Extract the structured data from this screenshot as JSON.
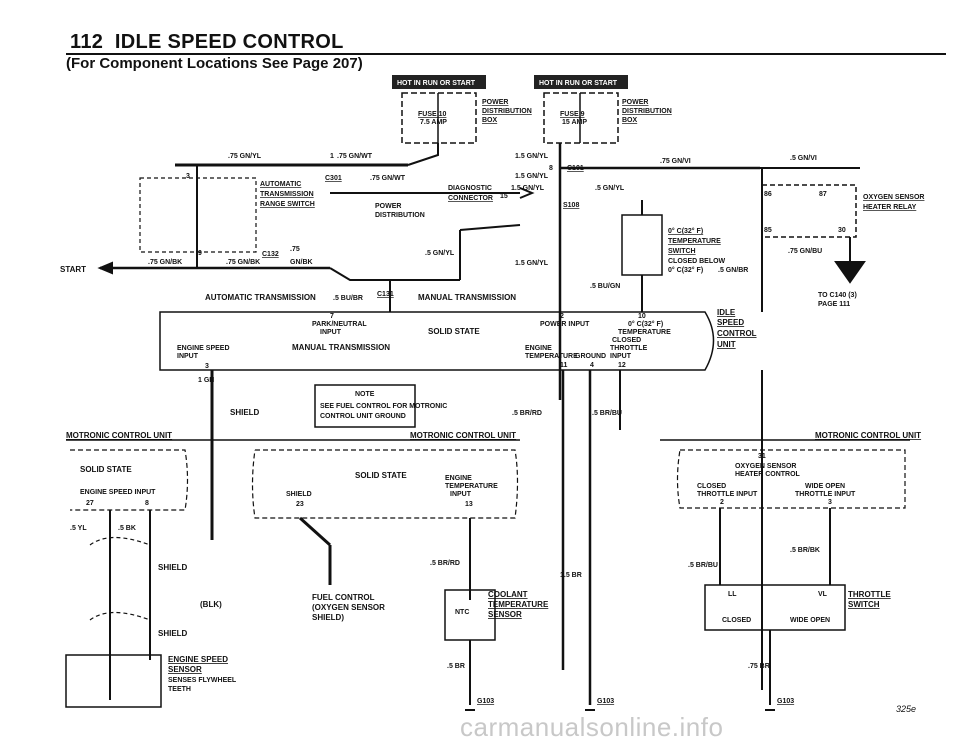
{
  "header": {
    "page_number": "112",
    "title": "IDLE SPEED CONTROL",
    "subtitle": "(For Component Locations See Page 207)"
  },
  "badges": {
    "hot_1": "HOT IN RUN OR START",
    "hot_2": "HOT IN RUN OR START"
  },
  "fuses": {
    "fuse10": "FUSE 10",
    "fuse10_amp": "7.5 AMP",
    "fuse9": "FUSE 9",
    "fuse9_amp": "15 AMP",
    "pdb1_l1": "POWER",
    "pdb1_l2": "DISTRIBUTION",
    "pdb1_l3": "BOX",
    "pdb2_l1": "POWER",
    "pdb2_l2": "DISTRIBUTION",
    "pdb2_l3": "BOX"
  },
  "wires": {
    "w1": ".75 GN/YL",
    "w2": ".75 GN/WT",
    "w3": ".75 GN/WT",
    "w4": "1.5 GN/YL",
    "w5": "1.5 GN/YL",
    "w6": "1.5 GN/YL",
    "w7": ".5 GN/YL",
    "w8": ".75 GN/VI",
    "w9": ".5 GN/VI",
    "w10": ".5 GN/YL",
    "w11": "1.5 GN/YL",
    "w12": ".75 GN/BK",
    "w13": ".75 GN/BK",
    "w14": "GN/BK",
    "w15": ".75",
    "w16": ".5 BU/BR",
    "w17": ".75 GN/BU",
    "w18": ".5 BU/GN",
    "w19": ".5 GN/BR",
    "w20": "1 GN",
    "w21": ".5 BR/RD",
    "w22": ".5 BR/BU",
    "w23": ".5 YL",
    "w24": ".5 BK",
    "w25": ".5 BR/RD",
    "w26": "1.5 BR",
    "w27": ".5 BR/BU",
    "w28": ".5 BR/BK",
    "w29": ".5 BR",
    "w30": ".75 BR"
  },
  "connectors": {
    "c301": "C301",
    "c101": "C101",
    "s108": "S108",
    "c132": "C132",
    "c131": "C131",
    "pin1": "1",
    "pin3": "3",
    "pin15": "15",
    "pin8": "8",
    "pin9": "9",
    "pin86": "86",
    "pin87": "87",
    "pin85": "85",
    "pin30": "30"
  },
  "components": {
    "auto_trans_1": "AUTOMATIC",
    "auto_trans_2": "TRANSMISSION",
    "auto_trans_3": "RANGE SWITCH",
    "diag_1": "DIAGNOSTIC",
    "diag_2": "CONNECTOR",
    "power_dist_1": "POWER",
    "power_dist_2": "DISTRIBUTION",
    "start": "START",
    "auto_trans_label": "AUTOMATIC TRANSMISSION",
    "manual_trans_label": "MANUAL TRANSMISSION",
    "temp_sw_1": "0° C(32° F)",
    "temp_sw_2": "TEMPERATURE",
    "temp_sw_3": "SWITCH",
    "temp_sw_4": "CLOSED BELOW",
    "temp_sw_5": "0° C(32° F)",
    "o2_relay_1": "OXYGEN SENSOR",
    "o2_relay_2": "HEATER RELAY",
    "to_c140_1": "TO C140 (3)",
    "to_c140_2": "PAGE 111",
    "isc_1": "IDLE",
    "isc_2": "SPEED",
    "isc_3": "CONTROL",
    "isc_4": "UNIT",
    "isc_park_1": "7",
    "isc_park_2": "PARK/NEUTRAL",
    "isc_park_3": "INPUT",
    "isc_solid": "SOLID STATE",
    "isc_power_1": "2",
    "isc_power_2": "POWER INPUT",
    "isc_temp_1": "10",
    "isc_temp_2": "0° C(32° F)",
    "isc_temp_3": "TEMPERATURE",
    "isc_temp_4": "CLOSED",
    "isc_eng_1": "ENGINE SPEED",
    "isc_eng_2": "INPUT",
    "isc_eng_3": "3",
    "isc_manual": "MANUAL TRANSMISSION",
    "isc_engtemp_1": "ENGINE",
    "isc_engtemp_2": "TEMPERATURE",
    "isc_engtemp_3": "11",
    "isc_ground_1": "GROUND",
    "isc_ground_2": "4",
    "isc_throttle_1": "THROTTLE",
    "isc_throttle_2": "INPUT",
    "isc_throttle_3": "12",
    "note_1": "NOTE",
    "note_2": "SEE FUEL CONTROL FOR MOTRONIC",
    "note_3": "CONTROL UNIT GROUND",
    "shield": "SHIELD",
    "shield2": "SHIELD",
    "shield3": "SHIELD",
    "mcu_left": "MOTRONIC CONTROL UNIT",
    "mcu_mid": "MOTRONIC CONTROL UNIT",
    "mcu_right": "MOTRONIC CONTROL UNIT",
    "mcu_l_solid": "SOLID STATE",
    "mcu_l_eng_1": "ENGINE SPEED INPUT",
    "mcu_l_27": "27",
    "mcu_l_8": "8",
    "mcu_m_solid": "SOLID STATE",
    "mcu_m_shield": "SHIELD",
    "mcu_m_23": "23",
    "mcu_m_eng_1": "ENGINE",
    "mcu_m_eng_2": "TEMPERATURE",
    "mcu_m_eng_3": "INPUT",
    "mcu_m_13": "13",
    "mcu_r_31": "31",
    "mcu_r_o2_1": "OXYGEN SENSOR",
    "mcu_r_o2_2": "HEATER CONTROL",
    "mcu_r_closed_1": "CLOSED",
    "mcu_r_closed_2": "THROTTLE INPUT",
    "mcu_r_2": "2",
    "mcu_r_wide_1": "WIDE OPEN",
    "mcu_r_wide_2": "THROTTLE INPUT",
    "mcu_r_3": "3",
    "fuel_1": "FUEL CONTROL",
    "fuel_2": "(OXYGEN SENSOR",
    "fuel_3": "SHIELD)",
    "blk": "(BLK)",
    "coolant_1": "COOLANT",
    "coolant_2": "TEMPERATURE",
    "coolant_3": "SENSOR",
    "ntc": "NTC",
    "tsw_1": "THROTTLE",
    "tsw_2": "SWITCH",
    "tsw_ll": "LL",
    "tsw_vl": "VL",
    "tsw_closed": "CLOSED",
    "tsw_wide": "WIDE OPEN",
    "ess_1": "ENGINE SPEED",
    "ess_2": "SENSOR",
    "ess_3": "SENSES FLYWHEEL",
    "ess_4": "TEETH",
    "g103a": "G103",
    "g103b": "G103",
    "g103c": "G103",
    "fig_id": "325e"
  },
  "watermark": "carmanualsonline.info"
}
